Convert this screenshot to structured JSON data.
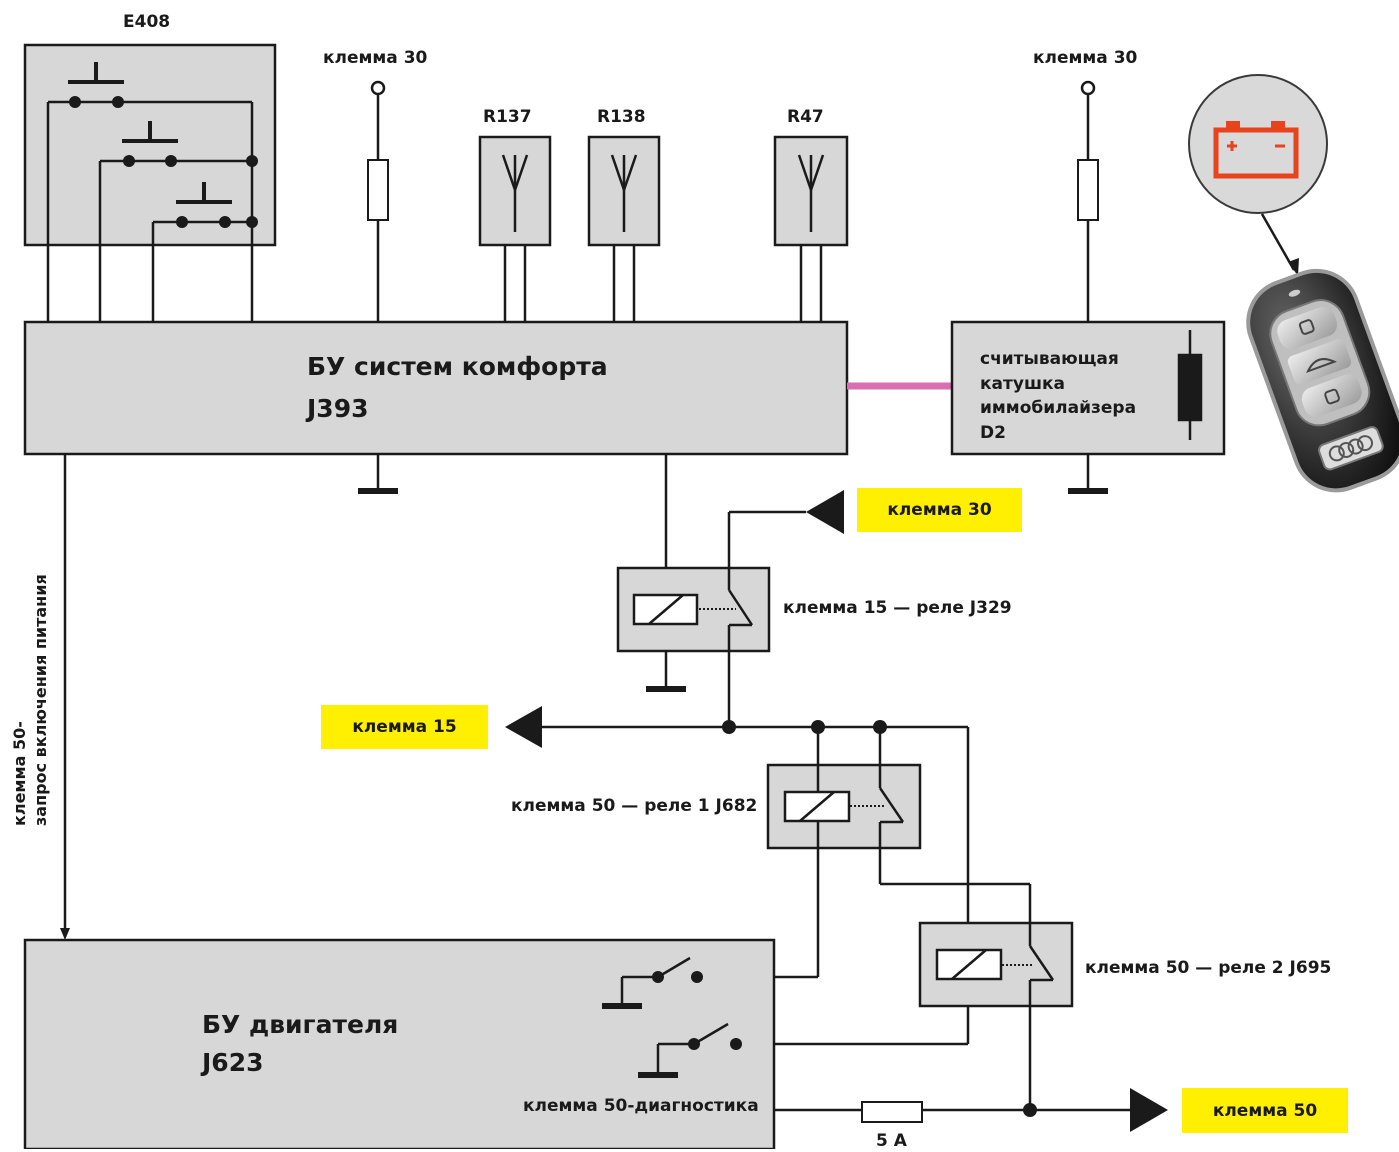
{
  "switch_block": {
    "label": "E408"
  },
  "terminal_30_left": {
    "label": "клемма 30"
  },
  "terminal_30_right": {
    "label": "клемма 30"
  },
  "antennas": [
    {
      "label": "R137"
    },
    {
      "label": "R138"
    },
    {
      "label": "R47"
    }
  ],
  "comfort_unit": {
    "title": "БУ систем комфорта",
    "code": "J393"
  },
  "immobilizer_coil": {
    "lines": [
      "считывающая",
      "катушка",
      "иммобилайзера",
      "D2"
    ]
  },
  "relay_j329": {
    "label": "клемма 15 — реле J329"
  },
  "relay_j682": {
    "label": "клемма 50 — реле 1 J682"
  },
  "relay_j695": {
    "label": "клемма 50 — реле 2 J695"
  },
  "tag_terminal_30": {
    "label": "клемма 30"
  },
  "tag_terminal_15": {
    "label": "клемма 15"
  },
  "tag_terminal_50": {
    "label": "клемма 50"
  },
  "side_signal": {
    "lines": [
      "клемма 50-",
      "запрос включения питания"
    ]
  },
  "engine_unit": {
    "title": "БУ двигателя",
    "code": "J623"
  },
  "diagnostic": {
    "label": "клемма 50-диагностика"
  },
  "fuse_5a": {
    "label": "5 A"
  },
  "colors": {
    "box_fill": "#d7d7d7",
    "highlight": "#ffef00",
    "can_line": "#d96fb0",
    "battery": "#e8431d"
  },
  "icons": {
    "battery": "battery-icon",
    "key_fob": "car-key-fob-icon"
  }
}
